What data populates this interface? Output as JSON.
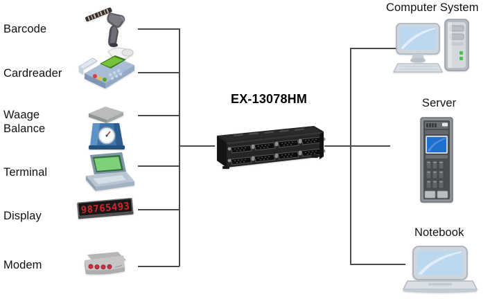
{
  "diagram": {
    "title": "EX-13078HM",
    "center_device": {
      "name": "EX-13078HM",
      "icon": "serial-port-hub-icon",
      "port_count": 8,
      "port_type": "DB9"
    },
    "left_nodes": [
      {
        "label": "Barcode",
        "icon": "barcode-scanner-icon",
        "label_line2": ""
      },
      {
        "label": "Cardreader",
        "icon": "card-reader-icon",
        "label_line2": ""
      },
      {
        "label": "Waage",
        "icon": "scale-balance-icon",
        "label_line2": "Balance"
      },
      {
        "label": "Terminal",
        "icon": "terminal-laptop-icon",
        "label_line2": ""
      },
      {
        "label": "Display",
        "icon": "led-display-icon",
        "label_line2": ""
      },
      {
        "label": "Modem",
        "icon": "modem-icon",
        "label_line2": ""
      }
    ],
    "right_nodes": [
      {
        "label": "Computer System",
        "icon": "desktop-computer-icon"
      },
      {
        "label": "Server",
        "icon": "server-rack-icon"
      },
      {
        "label": "Notebook",
        "icon": "notebook-laptop-icon"
      }
    ],
    "led_display_value": "98765493",
    "colors": {
      "wire": "#4a4a4a",
      "background": "#ffffff",
      "text": "#111111",
      "device_body": "#2b2b2b",
      "led_red": "#d4252a",
      "server_screen": "#1f6fd0",
      "monitor_screen": "#bcd8ef"
    }
  }
}
